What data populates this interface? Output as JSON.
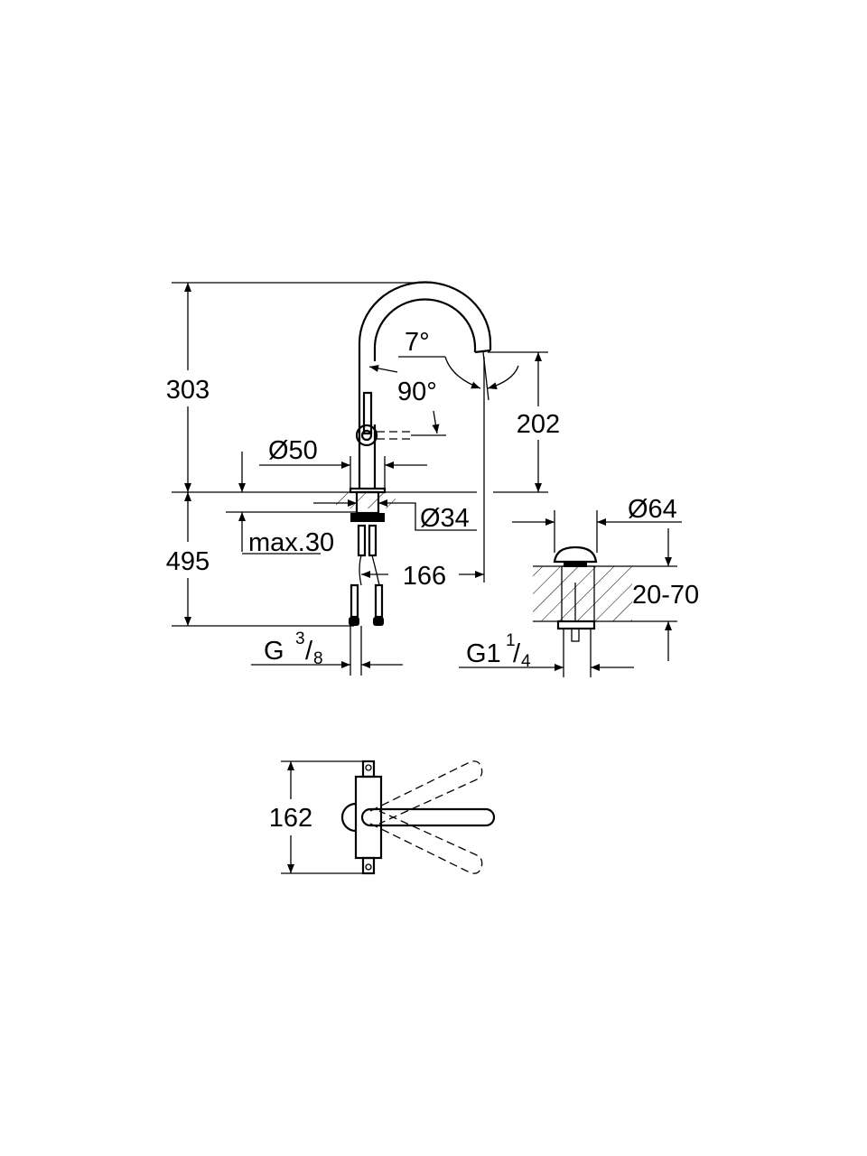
{
  "drawing": {
    "side_view": {
      "total_height": "303",
      "lower_height": "495",
      "spout_height": "202",
      "spout_reach": "166",
      "spout_angle": "7°",
      "lever_angle": "90°",
      "body_diameter": "Ø50",
      "hole_diameter": "Ø34",
      "max_thickness": "max.30",
      "connection_main": "G",
      "connection_num": "3",
      "connection_den": "8"
    },
    "drain_view": {
      "diameter": "Ø64",
      "thickness_range": "20-70",
      "thread_main": "G1",
      "thread_num": "1",
      "thread_den": "4"
    },
    "top_view": {
      "width": "162"
    }
  }
}
